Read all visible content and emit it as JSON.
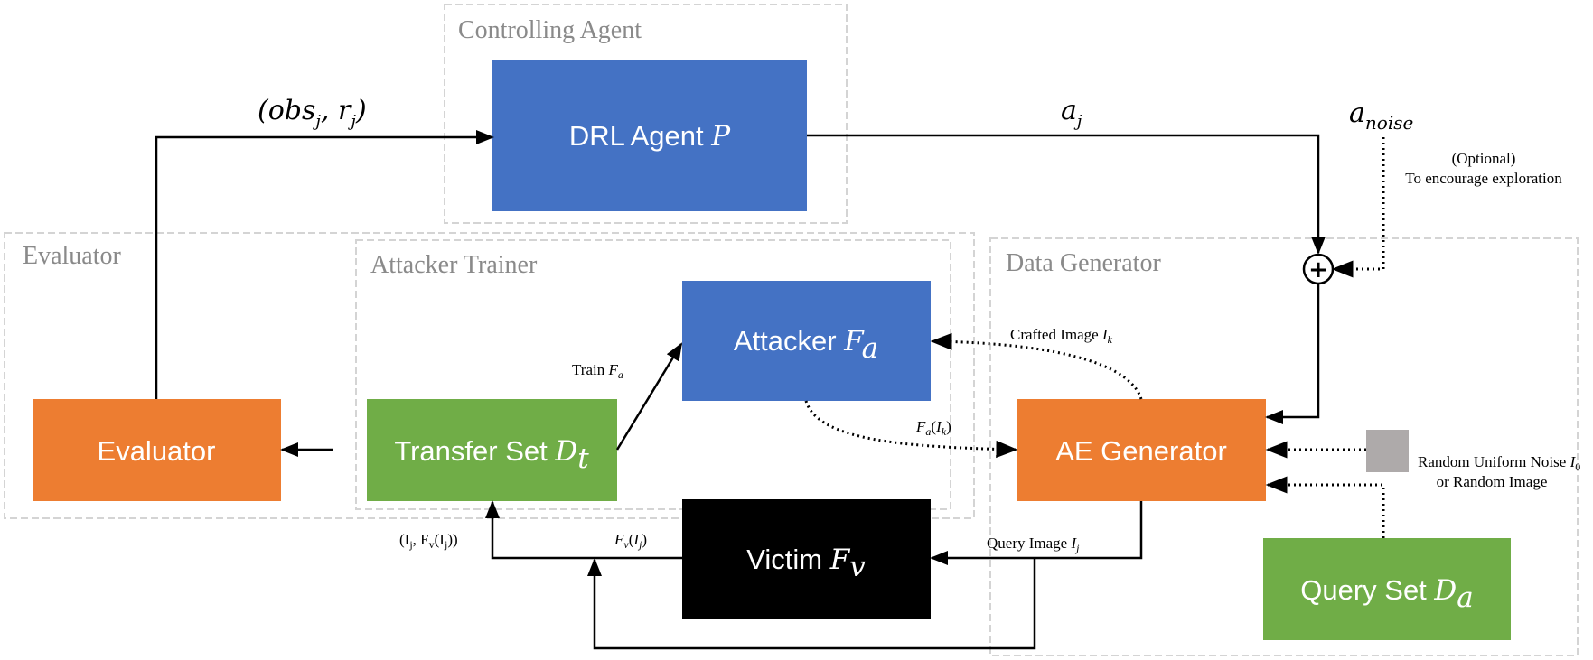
{
  "groups": {
    "controlling_agent": "Controlling Agent",
    "evaluator": "Evaluator",
    "attacker_trainer": "Attacker Trainer",
    "data_generator": "Data Generator"
  },
  "boxes": {
    "drl_agent": {
      "text": "DRL Agent ",
      "math": "P"
    },
    "attacker": {
      "text": "Attacker ",
      "math": "F",
      "sub": "a"
    },
    "evaluator": {
      "text": "Evaluator"
    },
    "transfer_set": {
      "text": "Transfer Set ",
      "math": "D",
      "sub": "t"
    },
    "ae_generator": {
      "text": "AE Generator"
    },
    "victim": {
      "text": "Victim ",
      "math": "F",
      "sub": "v"
    },
    "query_set": {
      "text": "Query Set ",
      "math": "D",
      "sub": "a"
    }
  },
  "labels": {
    "obs_r": {
      "open": "(obs",
      "sub1": "j",
      "mid": ", r",
      "sub2": "j",
      "close": ")"
    },
    "action": {
      "main": "a",
      "sub": "j"
    },
    "noise": {
      "main": "a",
      "sub": "noise"
    },
    "optional_line1": "(Optional)",
    "optional_line2": "To encourage exploration",
    "train_fa": {
      "text": "Train ",
      "math": "F",
      "sub": "a"
    },
    "crafted": {
      "text": "Crafted Image ",
      "math": "I",
      "sub": "k"
    },
    "fa_ik": {
      "math": "F",
      "sub": "a",
      "open": "(",
      "math2": "I",
      "sub2": "k",
      "close": ")"
    },
    "random_noise_line1": "Random Uniform Noise ",
    "random_noise_math": "I",
    "random_noise_sub": "0",
    "random_noise_line2": "or Random Image",
    "query_image": {
      "text": "Query Image ",
      "math": "I",
      "sub": "j"
    },
    "fv_ij": {
      "math": "F",
      "sub": "v",
      "open": "(",
      "math2": "I",
      "sub2": "j",
      "close": ")"
    },
    "pair": "(I",
    "pair_sub1": "j",
    "pair_mid": ", F",
    "pair_sub2": "v",
    "pair_paren": "(I",
    "pair_sub3": "j",
    "pair_close": "))",
    "sum_symbol": "+"
  },
  "colors": {
    "blue": "#4472c4",
    "orange": "#ed7d31",
    "green": "#70ad47",
    "black": "#000000",
    "gray_square": "#aeaaaa"
  }
}
